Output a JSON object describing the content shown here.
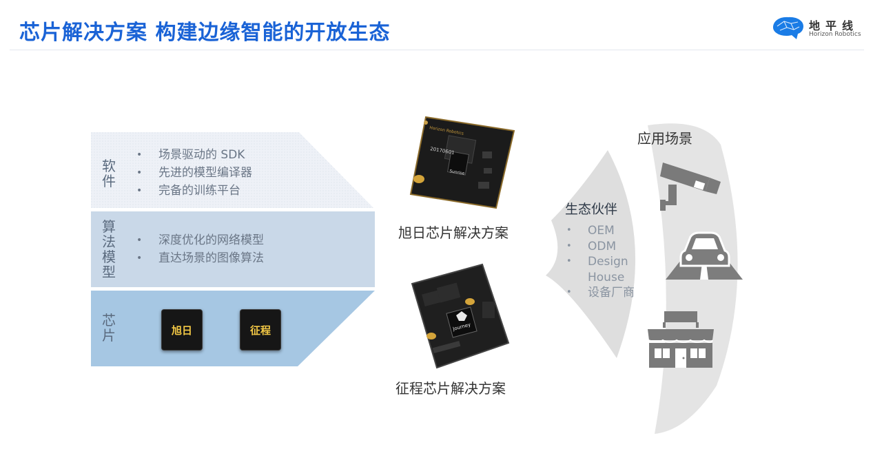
{
  "header": {
    "title": "芯片解决方案 构建边缘智能的开放生态",
    "logo_name": "地平线",
    "logo_subtitle": "Horizon Robotics"
  },
  "stack": {
    "software": {
      "label": "软件",
      "items": [
        "场景驱动的 SDK",
        "先进的模型编译器",
        "完备的训练平台"
      ]
    },
    "algorithm": {
      "label": "算法模型",
      "items": [
        "深度优化的网络模型",
        "直达场景的图像算法"
      ]
    },
    "chip": {
      "label": "芯片",
      "chips": [
        "旭日",
        "征程"
      ]
    }
  },
  "boards": {
    "sunrise": {
      "caption": "旭日芯片解决方案",
      "silkscreen_brand": "Horizon Robotics",
      "silkscreen_code": "20170601",
      "chip_mark": "Sunrise"
    },
    "journey": {
      "caption": "征程芯片解决方案",
      "chip_mark": "Journey"
    }
  },
  "partners": {
    "title": "生态伙伴",
    "items": [
      "OEM",
      "ODM",
      "Design House",
      "设备厂商"
    ]
  },
  "scenes": {
    "title": "应用场景",
    "icons": [
      "surveillance-camera-icon",
      "car-on-road-icon",
      "storefront-icon"
    ]
  },
  "colors": {
    "accent": "#1a63d6",
    "software_band": "#e9edf5",
    "algorithm_band": "#c9d8e8",
    "chip_band": "#a6c7e3",
    "arc": "#d9d9d9",
    "chip_text": "#f3c845"
  }
}
